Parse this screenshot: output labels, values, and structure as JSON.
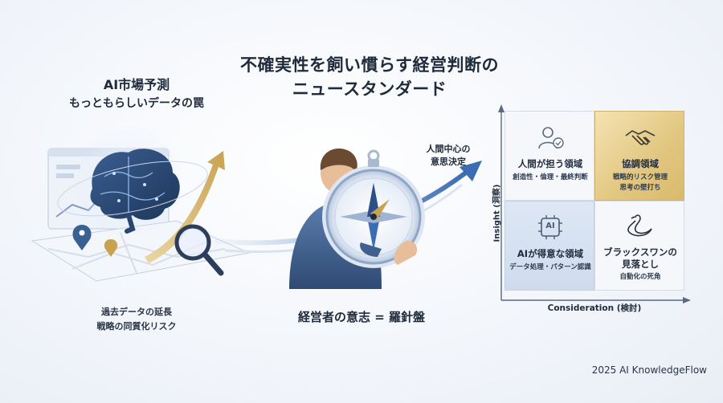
{
  "title": {
    "line1": "不確実性を飼い慣らす経営判断の",
    "line2": "ニュースタンダード"
  },
  "left": {
    "heading1": "AI市場予測",
    "heading2": "もっともらしいデータの罠",
    "caption1": "過去データの延長",
    "caption2": "戦略の同質化リスク"
  },
  "center": {
    "caption": "経営者の意志 = 羅針盤",
    "human_label1": "人間中心の",
    "human_label2": "意思決定"
  },
  "matrix": {
    "y_axis": "Insight (洞察)",
    "x_axis": "Consideration (検討)",
    "quadrants": [
      {
        "title": "人間が担う領域",
        "sub": "創造性・倫理・最終判断",
        "icon": "person-check-icon"
      },
      {
        "title": "協調領域",
        "sub1": "戦略的リスク管理",
        "sub2": "思考の壁打ち",
        "icon": "handshake-icon"
      },
      {
        "title": "AIが得意な領域",
        "sub": "データ処理・パターン認識",
        "icon": "ai-chip-icon",
        "chip_text": "AI"
      },
      {
        "title1": "ブラックスワンの",
        "title2": "見落とし",
        "sub": "自動化の死角",
        "icon": "swan-icon"
      }
    ]
  },
  "footer": "2025 AI KnowledgeFlow",
  "colors": {
    "navy": "#1f2a3a",
    "gold": "#d9ba6c",
    "blue": "#3c6db3",
    "slate": "#5a6a82"
  }
}
